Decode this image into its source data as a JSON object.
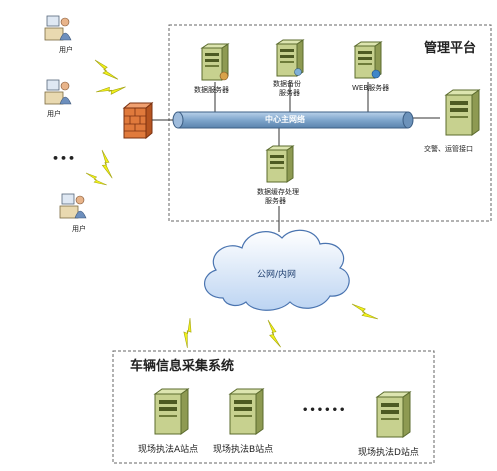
{
  "management": {
    "title": "管理平台",
    "bus_label": "中心主网络",
    "servers": {
      "data": "数据服务器",
      "backup_line1": "数据备份",
      "backup_line2": "服务器",
      "web": "WEB服务器",
      "traffic": "交警、运管接口",
      "proc_line1": "数据缓存处理",
      "proc_line2": "服务器"
    }
  },
  "users": {
    "label1": "用户",
    "label2": "用户",
    "ellipsis": "•••",
    "label3": "用户"
  },
  "cloud_label": "公网/内网",
  "collection": {
    "title": "车辆信息采集系统",
    "ellipsis": "••••••",
    "site_a": "现场执法A站点",
    "site_b": "现场执法B站点",
    "site_d": "现场执法D站点"
  },
  "colors": {
    "bolt": "#f2f21a",
    "bus": "#7fa6cc",
    "server": "#b8c47f",
    "cloud": "#c9dcf5",
    "firewall": "#e07a3c"
  }
}
